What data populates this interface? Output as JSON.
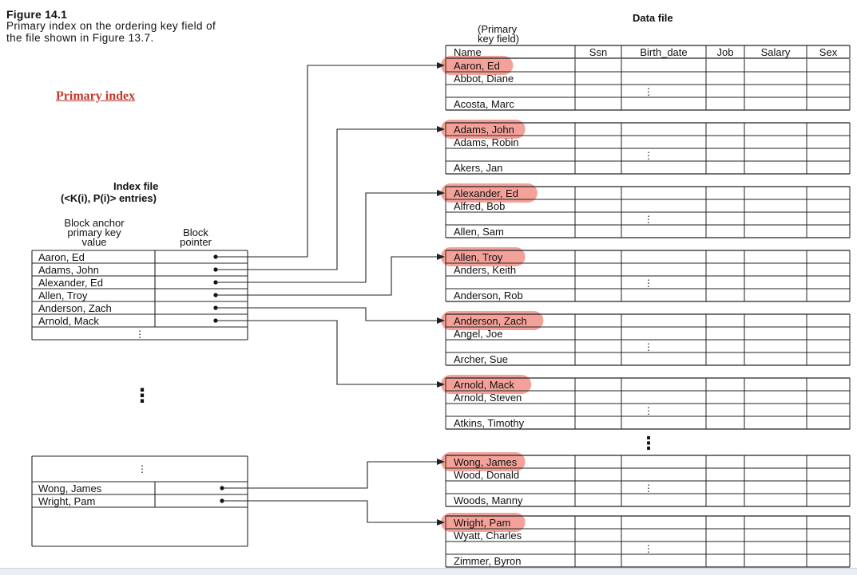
{
  "figure": {
    "title": "Figure 14.1",
    "caption_lines": [
      "Primary index on the ordering key field of",
      "the file shown in Figure 13.7."
    ]
  },
  "primary_index_label": "Primary index",
  "data_file": {
    "title": "Data file",
    "key_field_note": [
      "(Primary",
      "key field)"
    ],
    "columns": [
      "Name",
      "Ssn",
      "Birth_date",
      "Job",
      "Salary",
      "Sex"
    ],
    "blocks": [
      [
        "Aaron, Ed",
        "Abbot, Diane",
        "⋮",
        "Acosta, Marc"
      ],
      [
        "Adams, John",
        "Adams, Robin",
        "⋮",
        "Akers, Jan"
      ],
      [
        "Alexander, Ed",
        "Alfred, Bob",
        "⋮",
        "Allen, Sam"
      ],
      [
        "Allen, Troy",
        "Anders, Keith",
        "⋮",
        "Anderson, Rob"
      ],
      [
        "Anderson, Zach",
        "Angel, Joe",
        "⋮",
        "Archer, Sue"
      ],
      [
        "Arnold, Mack",
        "Arnold, Steven",
        "⋮",
        "Atkins, Timothy"
      ],
      [
        "Wong, James",
        "Wood, Donald",
        "⋮",
        "Woods, Manny"
      ],
      [
        "Wright, Pam",
        "Wyatt, Charles",
        "⋮",
        "Zimmer, Byron"
      ]
    ],
    "gap_marker": "⋮"
  },
  "index_file": {
    "title": "Index file",
    "subtitle": "(<K(i), P(i)> entries)",
    "col_headers": [
      [
        "Block anchor",
        "primary key",
        "value"
      ],
      [
        "Block",
        "pointer"
      ]
    ],
    "top_entries": [
      "Aaron, Ed",
      "Adams, John",
      "Alexander, Ed",
      "Allen, Troy",
      "Anderson, Zach",
      "Arnold, Mack"
    ],
    "top_trailer": "⋮",
    "gap_marker": "⋮",
    "bottom_leader": "⋮",
    "bottom_entries": [
      "Wong, James",
      "Wright, Pam"
    ]
  },
  "colors": {
    "highlight": "#f08a80",
    "title_red": "#c0392b",
    "line": "#222222"
  }
}
